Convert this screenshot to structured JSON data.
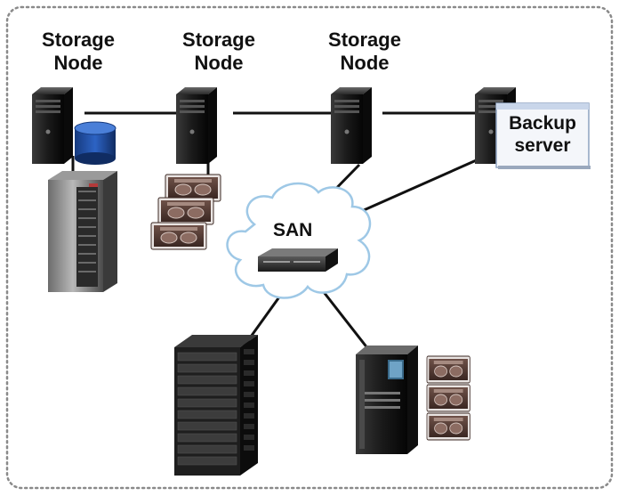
{
  "diagram": {
    "storage_nodes": [
      {
        "label_line1": "Storage",
        "label_line2": "Node"
      },
      {
        "label_line1": "Storage",
        "label_line2": "Node"
      },
      {
        "label_line1": "Storage",
        "label_line2": "Node"
      }
    ],
    "backup_server": {
      "label_line1": "Backup",
      "label_line2": "server"
    },
    "san": {
      "label": "SAN"
    },
    "colors": {
      "border": "#8a8a8a",
      "cloud_fill": "#ffffff",
      "cloud_stroke": "#9ec8e6",
      "tower": "#1d1d1d",
      "disk_blue": "#1f4fa8",
      "tape_brown": "#5a3f38"
    }
  }
}
